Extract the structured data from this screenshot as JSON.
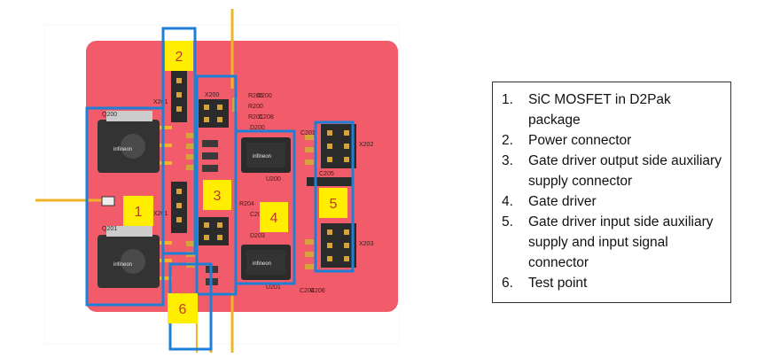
{
  "board": {
    "components": {
      "q200": "Q200",
      "q201": "Q201",
      "x200": "X200",
      "x201": "X201",
      "x202": "X202",
      "x203": "X203",
      "u200": "U200",
      "u201": "U201",
      "c201": "C201",
      "c204": "C204",
      "c205": "C205",
      "c206": "C206",
      "r206": "R206",
      "c200": "C200",
      "r200": "R200",
      "r201": "R201",
      "c208": "C208",
      "d200": "D200",
      "r204": "R204",
      "c203": "C203",
      "d203": "D203"
    },
    "logo": "infineon"
  },
  "callouts": [
    {
      "id": "1",
      "label": "1"
    },
    {
      "id": "2",
      "label": "2"
    },
    {
      "id": "3",
      "label": "3"
    },
    {
      "id": "4",
      "label": "4"
    },
    {
      "id": "5",
      "label": "5"
    },
    {
      "id": "6",
      "label": "6"
    }
  ],
  "legend": {
    "items": [
      {
        "num": "1.",
        "text": "SiC MOSFET in D2Pak package"
      },
      {
        "num": "2.",
        "text": "Power connector"
      },
      {
        "num": "3.",
        "text": "Gate driver output side auxiliary supply connector"
      },
      {
        "num": "4.",
        "text": "Gate driver"
      },
      {
        "num": "5.",
        "text": "Gate driver input side auxiliary supply and input signal connector"
      },
      {
        "num": "6.",
        "text": "Test point"
      }
    ]
  },
  "colors": {
    "board": "#f25c6a",
    "highlight_box": "#1e7fd6",
    "callout_fill": "#ffee00",
    "callout_text": "#c0392b",
    "lead": "#f0b429",
    "component": "#3a3a3a"
  }
}
